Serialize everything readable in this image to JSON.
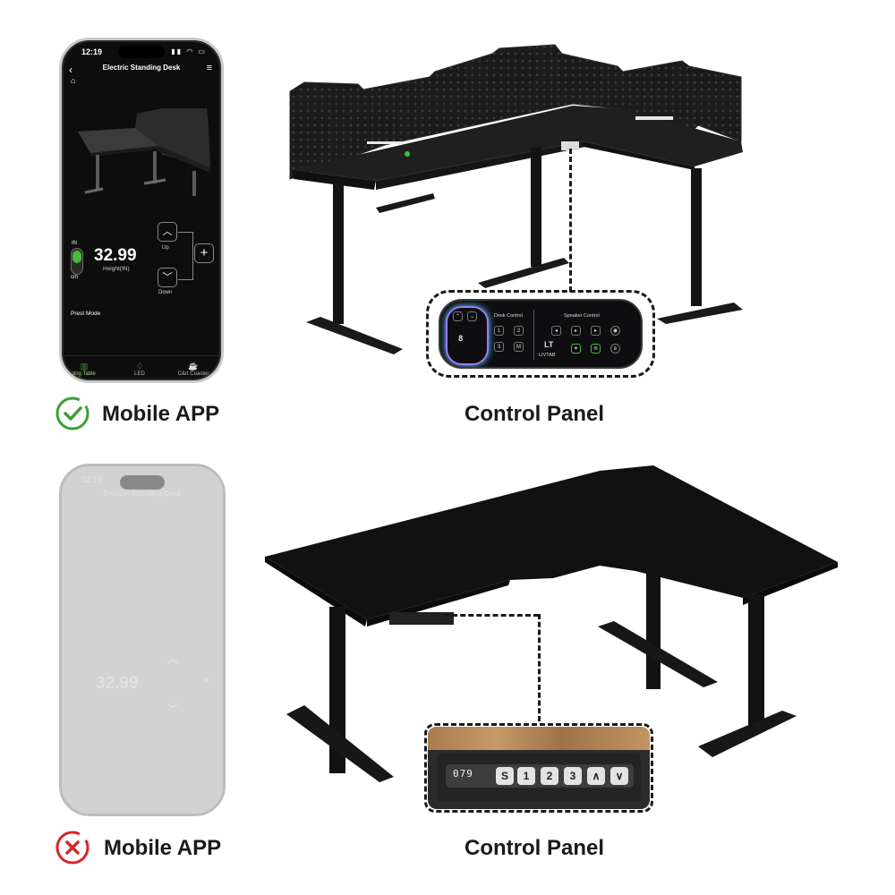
{
  "colors": {
    "check": "#3aa035",
    "cross": "#d42727",
    "accent_green": "#4ab83d"
  },
  "top": {
    "phone": {
      "time": "12:19",
      "app_title": "Electric Standing Desk",
      "height_value": "32.99",
      "height_label": "Height(IN)",
      "unit_in": "IN",
      "unit_cm": "cm",
      "up_label": "Up",
      "down_label": "Down",
      "plus_glyph": "+",
      "preset_label": "Prest Mode",
      "tabs": [
        {
          "label": "ting Table",
          "icon": "desk-icon"
        },
        {
          "label": "LED",
          "icon": "bulb-icon"
        },
        {
          "label": "C&rt Coaster",
          "icon": "cup-icon"
        }
      ]
    },
    "caption_left": "Mobile APP",
    "caption_left_status": "check-icon",
    "caption_right": "Control Panel",
    "panel": {
      "desk_control_label": "Desk Control",
      "speaker_control_label": "Speaker Control",
      "brand": "LIVTAB",
      "display": "8"
    }
  },
  "bottom": {
    "phone": {
      "time": "12:19",
      "app_title": "Electric Standing Desk",
      "height_value": "32.99"
    },
    "caption_left": "Mobile APP",
    "caption_left_status": "cross-icon",
    "caption_right": "Control Panel",
    "panel": {
      "display": "079",
      "keys": [
        "S",
        "1",
        "2",
        "3",
        "∧",
        "∨"
      ]
    }
  }
}
